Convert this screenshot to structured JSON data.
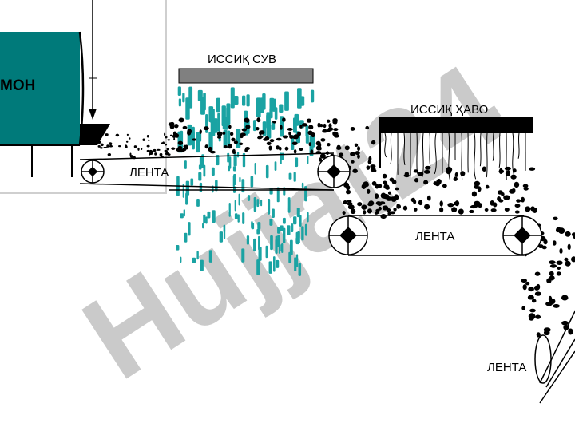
{
  "labels": {
    "hopper": "МОН",
    "hot_water": "ИССИҚ СУВ",
    "hot_air": "ИССИҚ ҲАВО",
    "belt_1": "ЛЕНТА",
    "belt_2": "ЛЕНТА",
    "belt_3": "ЛЕНТА",
    "watermark": "Hujjat24"
  },
  "colors": {
    "hopper": "#007a7a",
    "water_spray": "#1aa3a3",
    "water_bar": "#808080",
    "air_bar": "#000000",
    "particles": "#000000",
    "watermark": "#c8c8c8",
    "watermark_accent": "#d9b3ee"
  }
}
